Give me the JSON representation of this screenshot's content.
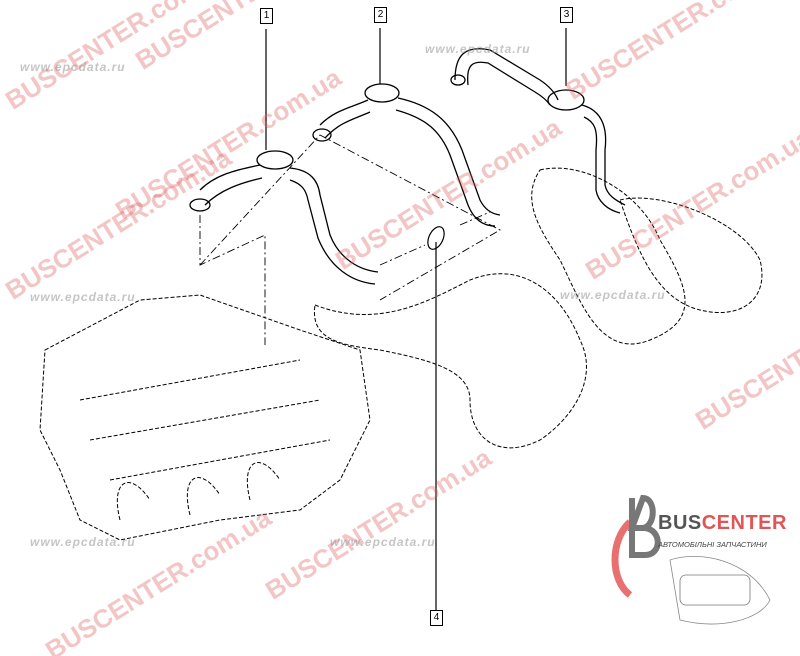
{
  "diagram": {
    "callouts": [
      {
        "id": "1",
        "label": "1"
      },
      {
        "id": "2",
        "label": "2"
      },
      {
        "id": "3",
        "label": "3"
      },
      {
        "id": "4",
        "label": "4"
      }
    ]
  },
  "watermarks": {
    "site": "BUSCENTER.com.ua",
    "epc": "www.epcdata.ru"
  },
  "logo": {
    "brand_part1": "BUS",
    "brand_part2": "CENTER",
    "tagline": "АВТОМОБІЛЬНІ ЗАПЧАСТИНИ",
    "colors": {
      "gray": "#555555",
      "red": "#e05555"
    }
  }
}
